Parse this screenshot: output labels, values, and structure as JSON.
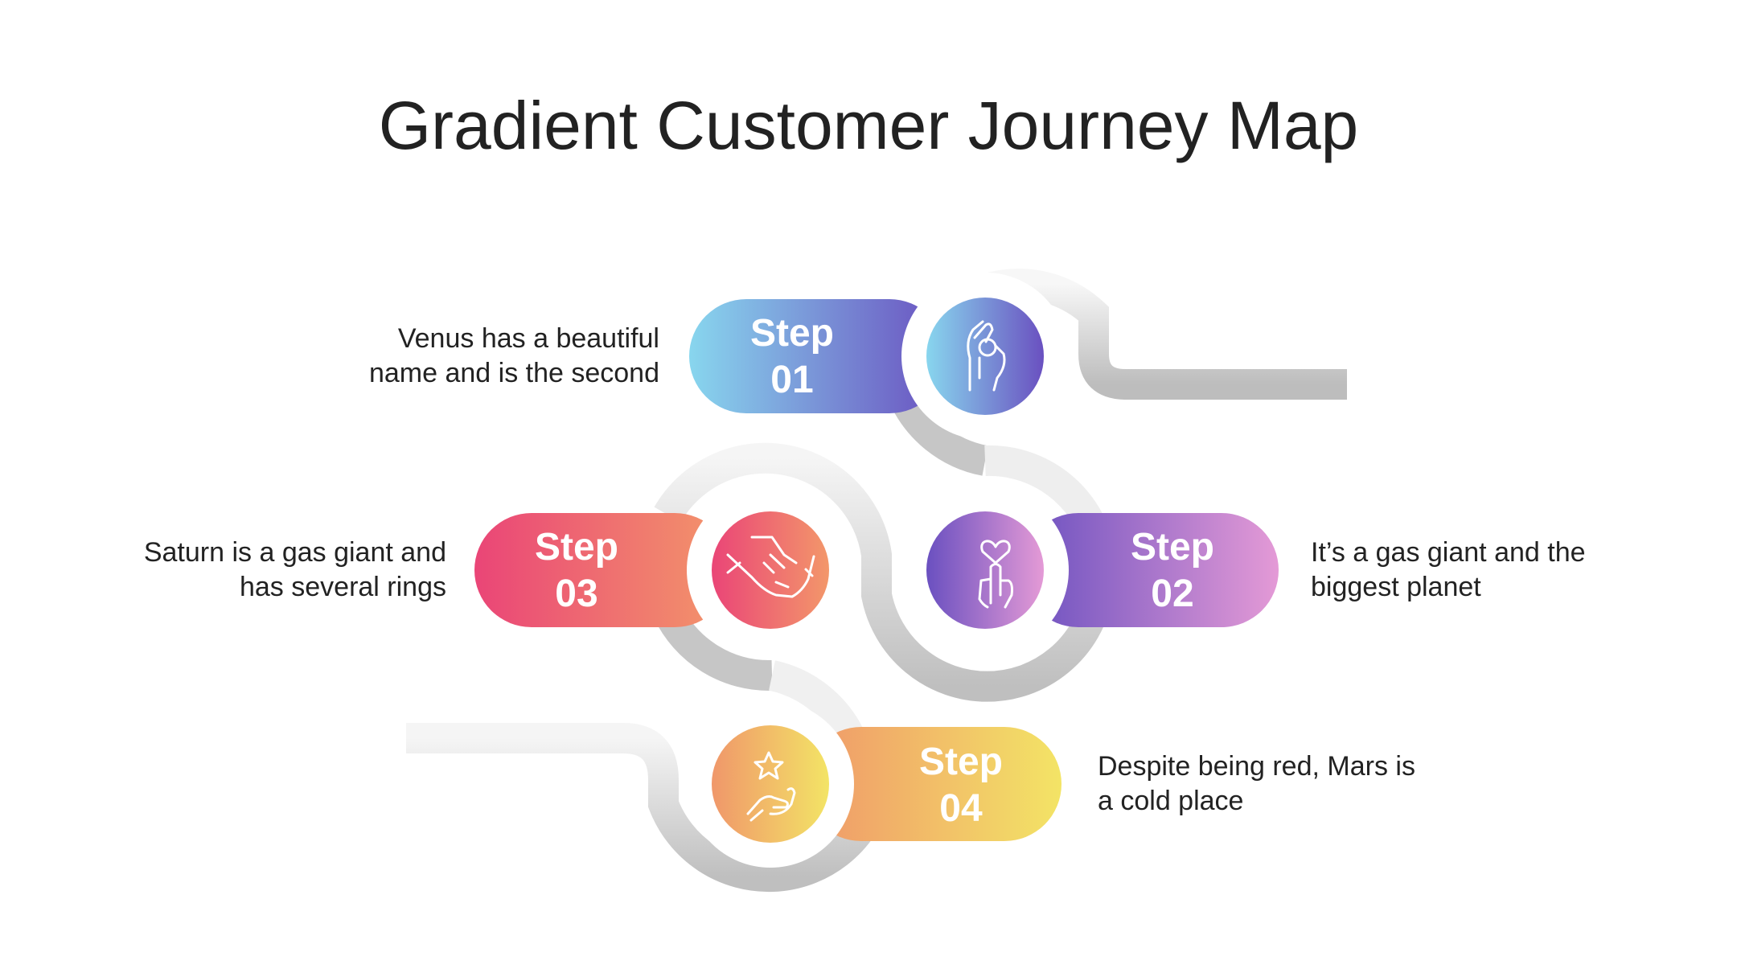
{
  "title": "Gradient Customer Journey Map",
  "steps": [
    {
      "word": "Step",
      "number": "01",
      "lines": [
        "Venus has a beautiful",
        "name and is the second"
      ],
      "icon": "ok-hand-icon",
      "colors": [
        "#88d6ee",
        "#6a50c0"
      ]
    },
    {
      "word": "Step",
      "number": "02",
      "lines": [
        "It’s a gas giant and the",
        "biggest planet"
      ],
      "icon": "heart-finger-icon",
      "colors": [
        "#6a50c0",
        "#e49ad6"
      ]
    },
    {
      "word": "Step",
      "number": "03",
      "lines": [
        "Saturn is a gas giant and",
        "has several rings"
      ],
      "icon": "handshake-icon",
      "colors": [
        "#ea4577",
        "#f3976a"
      ]
    },
    {
      "word": "Step",
      "number": "04",
      "lines": [
        "Despite being red, Mars is",
        "a cold place"
      ],
      "icon": "star-hand-icon",
      "colors": [
        "#f0976a",
        "#f3e466"
      ]
    }
  ],
  "track_color": "#c4c4c4"
}
